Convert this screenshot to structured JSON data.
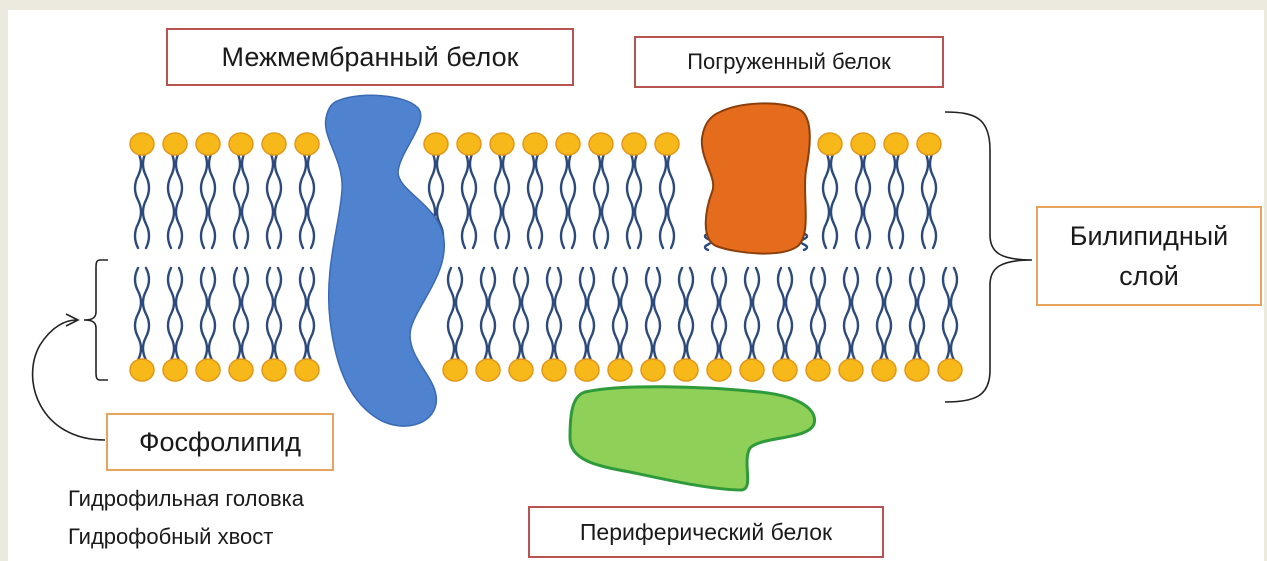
{
  "labels": {
    "transmembrane": "Межмембранный белок",
    "embedded": "Погруженный белок",
    "bilayer": "Билипидный\nслой",
    "phospholipid": "Фосфолипид",
    "peripheral": "Периферический белок"
  },
  "legend": {
    "head": "Гидрофильная головка",
    "tail": "Гидрофобный хвост"
  },
  "colors": {
    "head_fill": "#f7b81a",
    "head_stroke": "#e2981a",
    "tail": "#2d4a7c",
    "transmembrane_protein": "#4f82cf",
    "embedded_protein": "#e46c1c",
    "peripheral_protein": "#8ed058",
    "red_border": "#b85450",
    "orange_border": "#e8a35e"
  }
}
